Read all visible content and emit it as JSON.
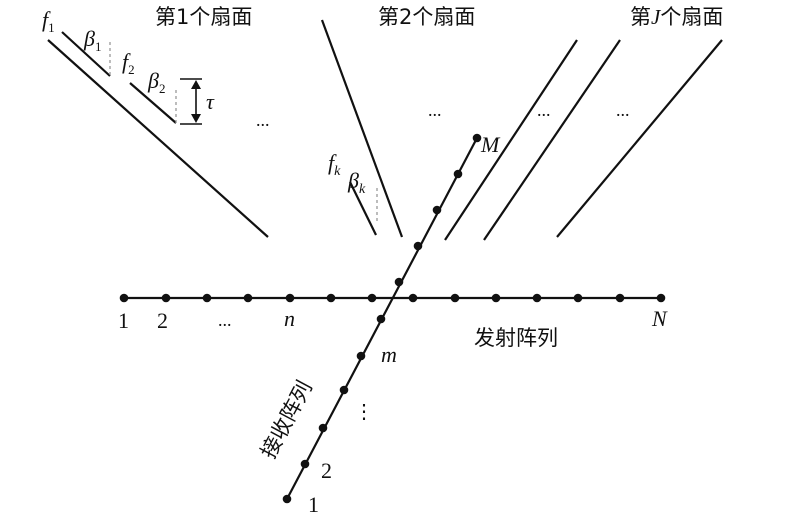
{
  "sectors": [
    {
      "label": "第1个扇面"
    },
    {
      "label": "第2个扇面"
    },
    {
      "label": "第J个扇面"
    }
  ],
  "beam_labels": {
    "f1": {
      "base": "f",
      "sub": "1"
    },
    "beta1": {
      "base": "β",
      "sub": "1"
    },
    "f2": {
      "base": "f",
      "sub": "2"
    },
    "beta2": {
      "base": "β",
      "sub": "2"
    },
    "tau": "τ",
    "fk": {
      "base": "f",
      "sub": "k"
    },
    "betak": {
      "base": "β",
      "sub": "k"
    }
  },
  "ellipses": {
    "sector1": "...",
    "sector2": "...",
    "sectorJ_a": "...",
    "sectorJ_b": "...",
    "tx_middle": "...",
    "rx_middle": "⋮"
  },
  "tx_array": {
    "title": "发射阵列",
    "labels": {
      "first": "1",
      "second": "2",
      "nth": "n",
      "last": "N"
    }
  },
  "rx_array": {
    "title": "接收阵列",
    "labels": {
      "first": "1",
      "second": "2",
      "mth": "m",
      "last": "M"
    }
  }
}
